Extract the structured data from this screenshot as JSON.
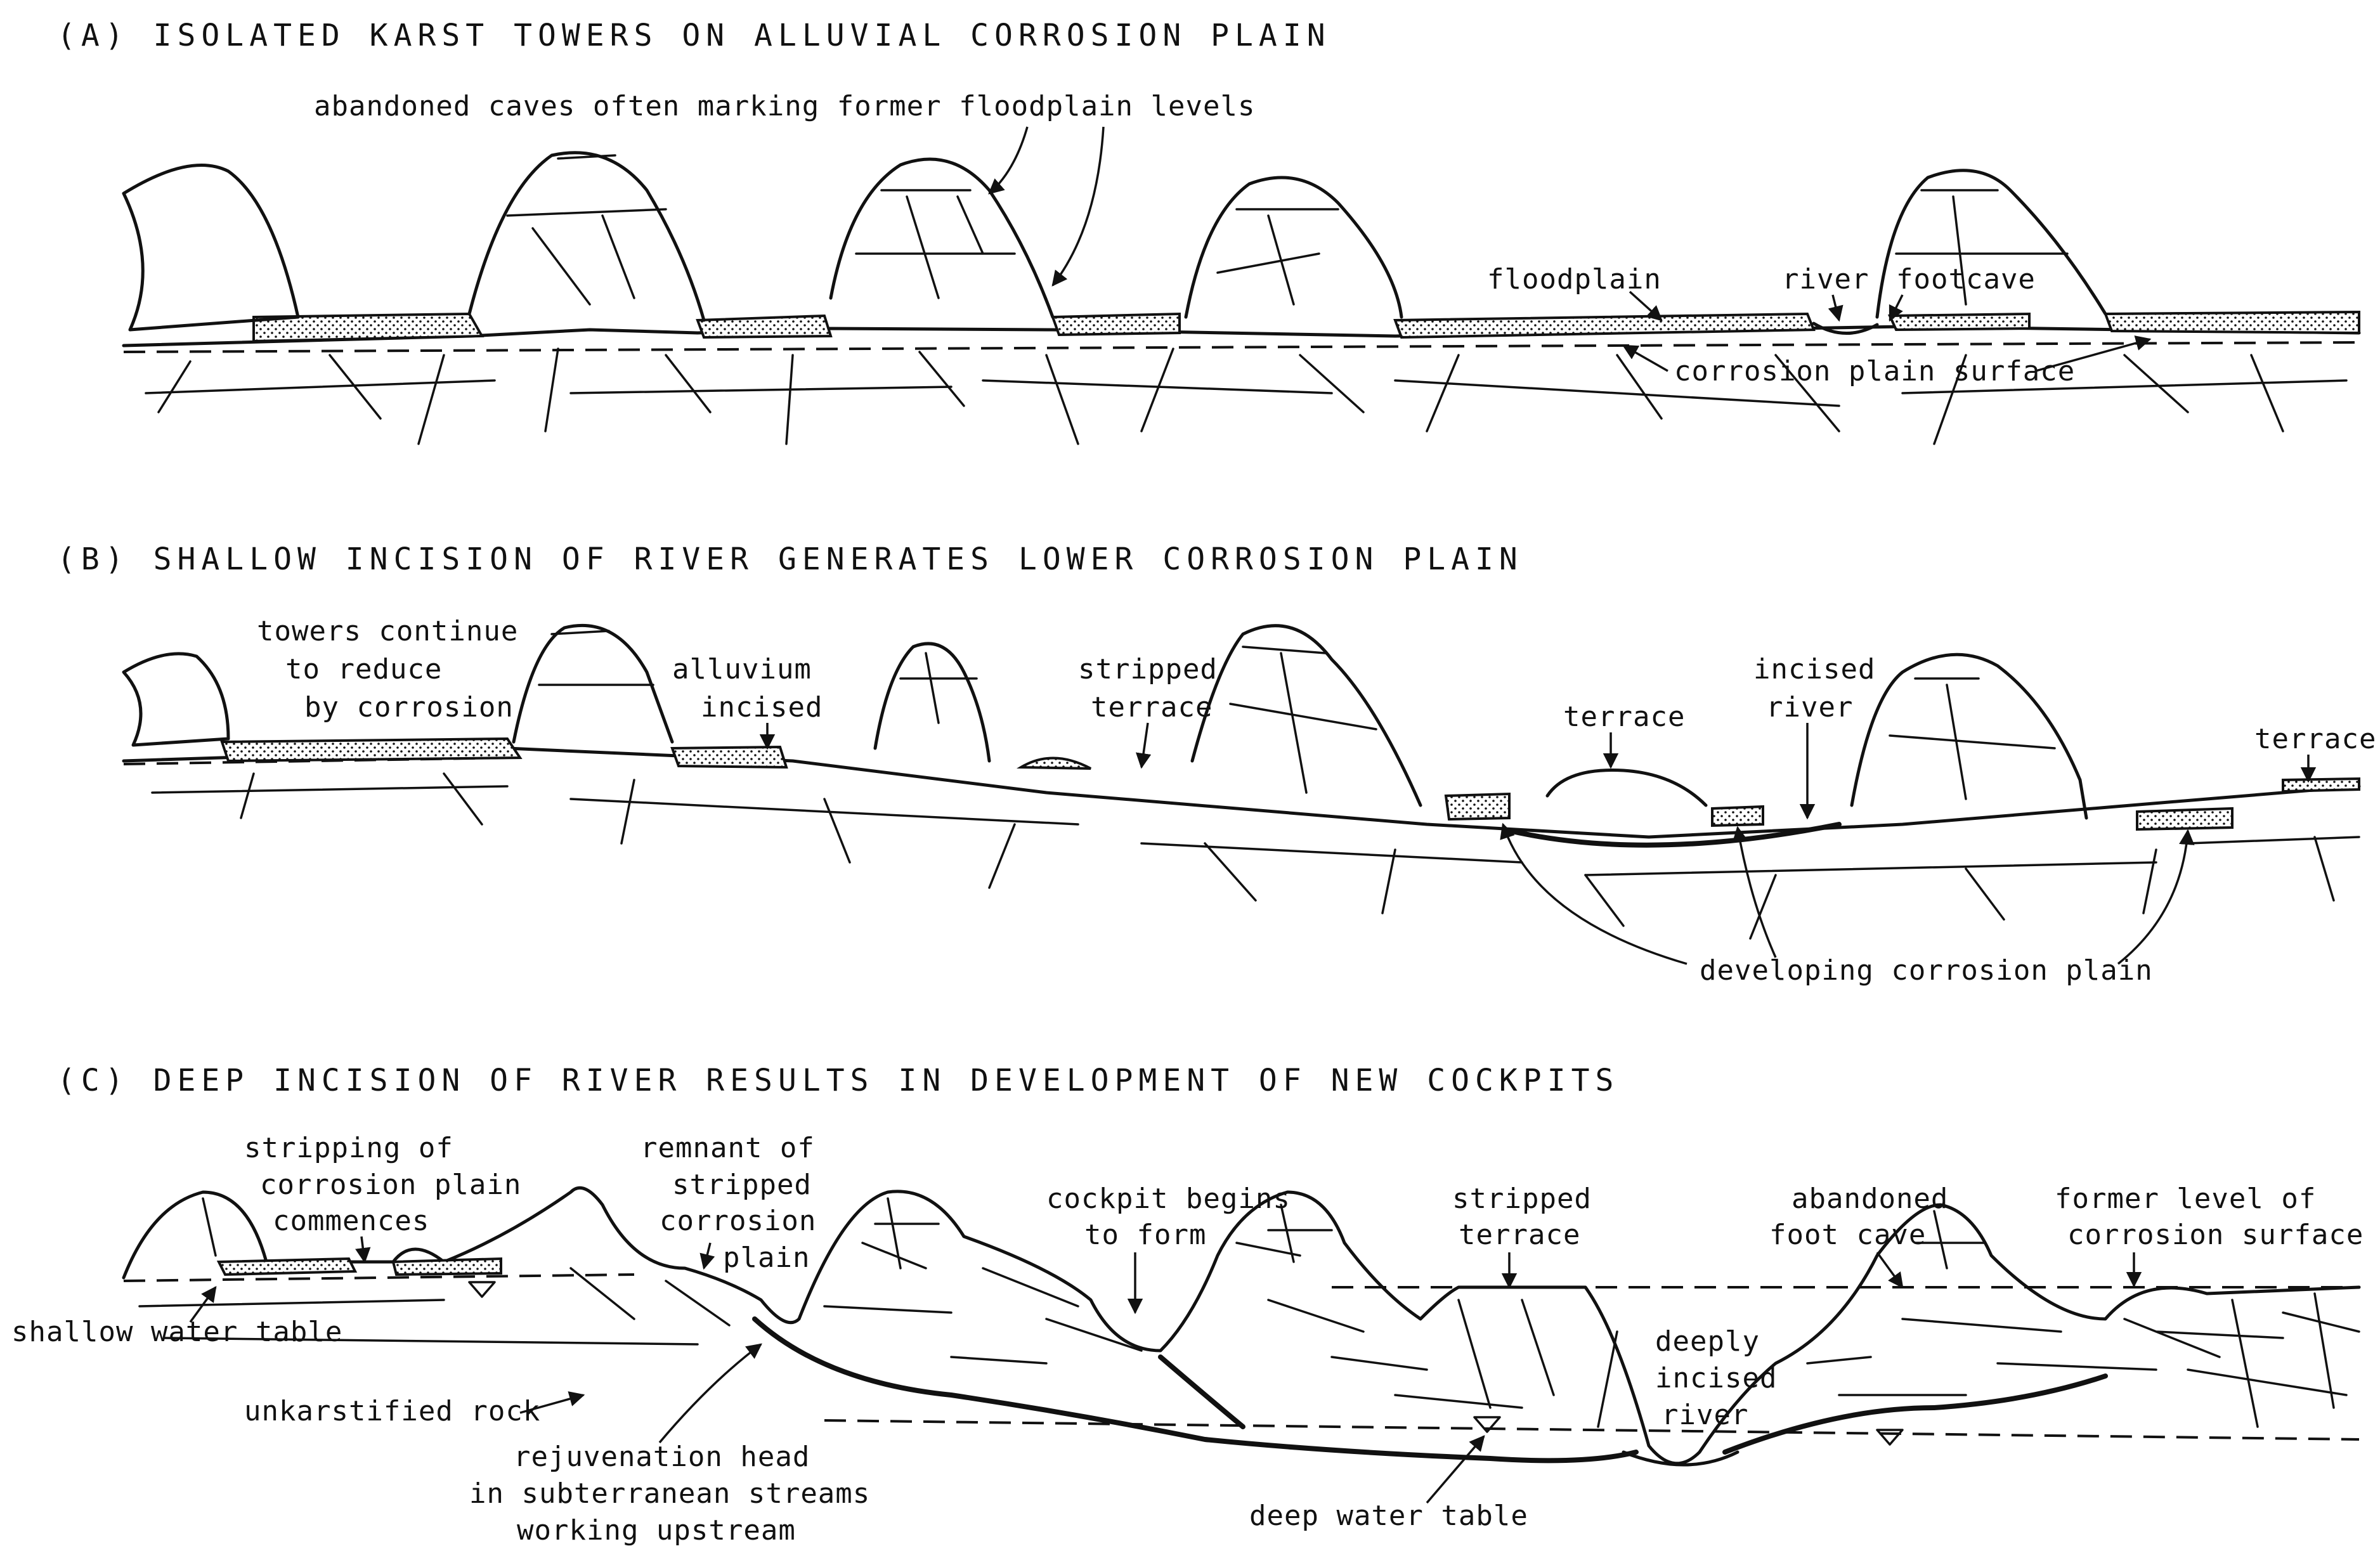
{
  "panels": {
    "a": {
      "title": "(A)  ISOLATED  KARST  TOWERS  ON  ALLUVIAL  CORROSION  PLAIN",
      "labels": {
        "caves": "abandoned caves often marking former floodplain levels",
        "floodplain": "floodplain",
        "river": "river",
        "footcave": "footcave",
        "corrosion_plain_surface": "corrosion plain surface"
      }
    },
    "b": {
      "title": "(B)  SHALLOW  INCISION  OF  RIVER  GENERATES  LOWER  CORROSION  PLAIN",
      "labels": {
        "towers_l1": "towers continue",
        "towers_l2": "to reduce",
        "towers_l3": "by corrosion",
        "alluvium_l1": "alluvium",
        "alluvium_l2": "incised",
        "stripped_l1": "stripped",
        "stripped_l2": "terrace",
        "terrace": "terrace",
        "incised_l1": "incised",
        "incised_l2": "river",
        "terrace_right": "terrace",
        "developing": "developing corrosion plain"
      }
    },
    "c": {
      "title": "(C)  DEEP  INCISION  OF  RIVER  RESULTS  IN  DEVELOPMENT  OF  NEW  COCKPITS",
      "labels": {
        "stripping_l1": "stripping  of",
        "stripping_l2": "corrosion plain",
        "stripping_l3": "commences",
        "remnant_l1": "remnant of",
        "remnant_l2": "stripped",
        "remnant_l3": "corrosion",
        "remnant_l4": "plain",
        "cockpit_l1": "cockpit begins",
        "cockpit_l2": "to form",
        "stripped_l1": "stripped",
        "stripped_l2": "terrace",
        "abandoned_l1": "abandoned",
        "abandoned_l2": "foot cave",
        "former_l1": "former level of",
        "former_l2": "corrosion  surface",
        "shallow": "shallow water table",
        "unkarstified": "unkarstified rock",
        "rejuv_l1": "rejuvenation head",
        "rejuv_l2": "in subterranean streams",
        "rejuv_l3": "working upstream",
        "deeply_l1": "deeply",
        "deeply_l2": "incised",
        "deeply_l3": "river",
        "deep_water": "deep water table"
      }
    }
  }
}
